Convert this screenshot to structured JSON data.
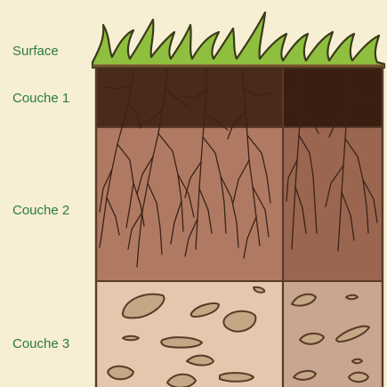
{
  "labels": {
    "surface": "Surface",
    "couche_1": "Couche 1",
    "couche_2": "Couche 2",
    "couche_3": "Couche 3"
  },
  "colors": {
    "background": "#f6efd4",
    "label_text": "#2e7a3e",
    "grass": "#8fbf3e",
    "grass_outline": "#3a3a1a",
    "topsoil": "#4a2a1a",
    "topsoil_side": "#3a1e12",
    "subsoil": "#b07a62",
    "subsoil_side": "#9a6650",
    "bedrock": "#e5c7ad",
    "bedrock_side": "#c8a690",
    "stone": "#c4a784",
    "outline": "#5a3a28",
    "root_dark": "#3a2218"
  }
}
